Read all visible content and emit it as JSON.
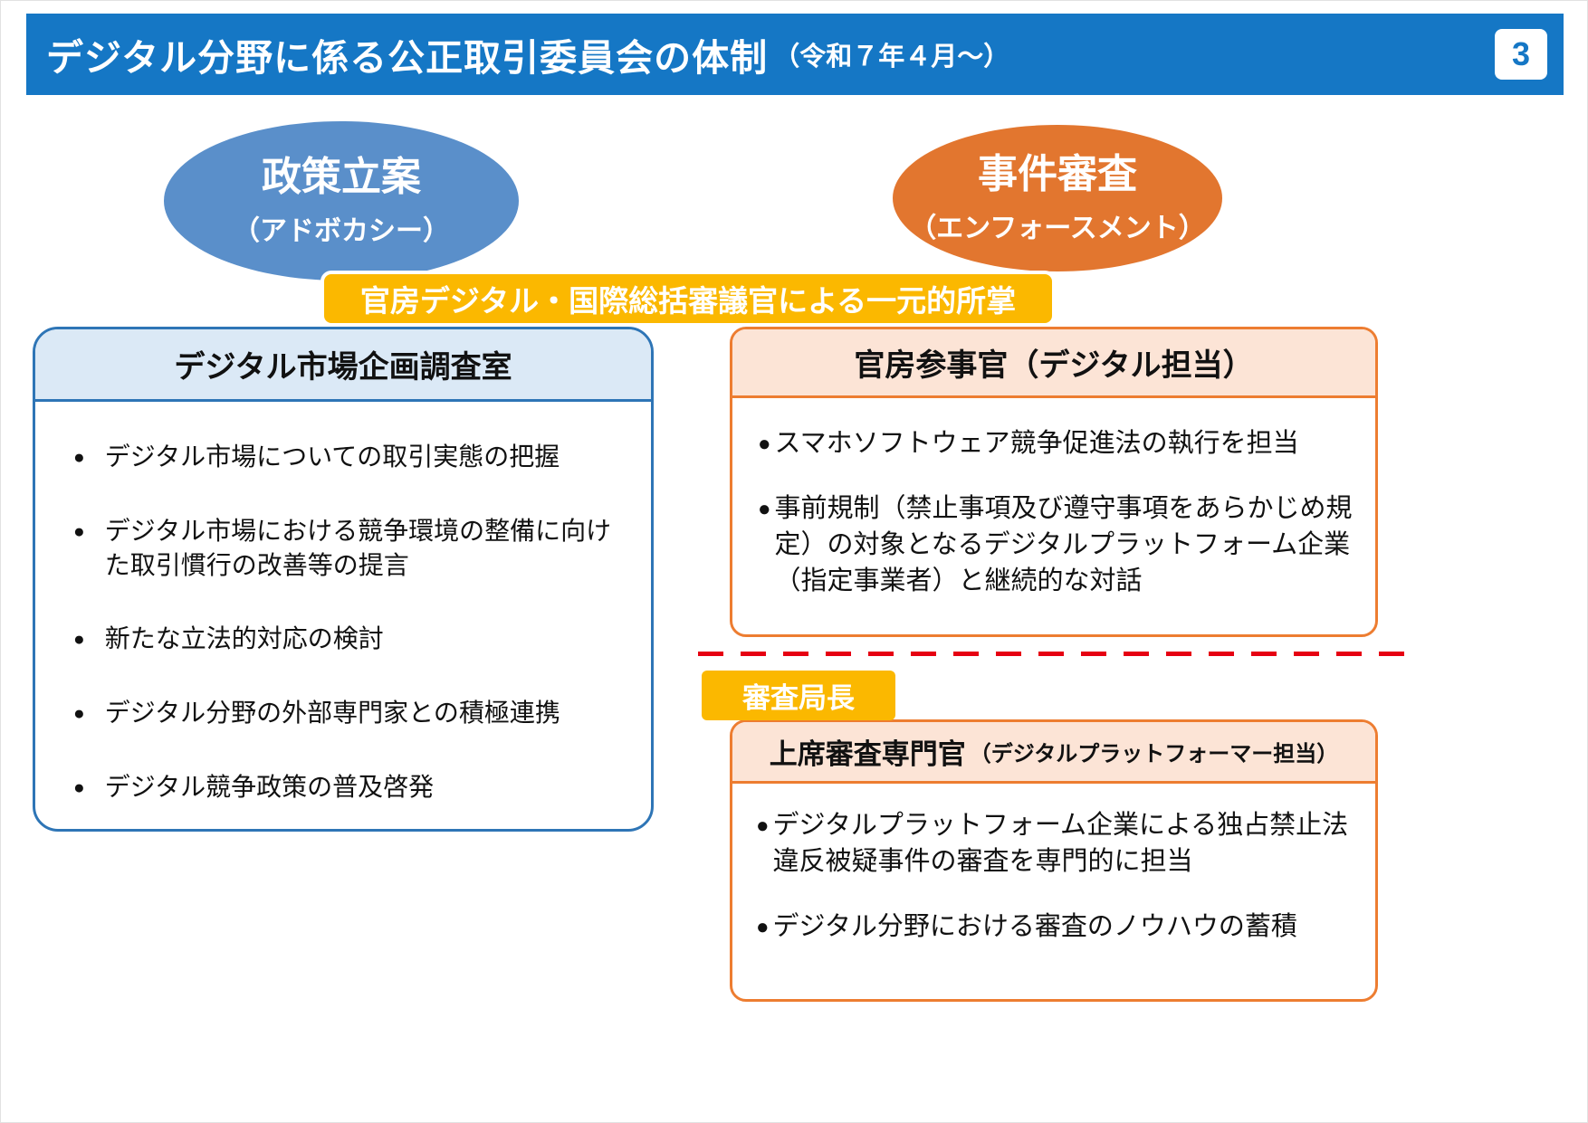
{
  "header": {
    "title": "デジタル分野に係る公正取引委員会の体制",
    "date_note": "（令和７年４月～）",
    "page_number": "3"
  },
  "policy_ellipse": {
    "title": "政策立案",
    "subtitle": "（アドボカシー）"
  },
  "enforcement_ellipse": {
    "title": "事件審査",
    "subtitle": "（エンフォースメント）"
  },
  "banner": {
    "label": "官房デジタル・国際総括審議官による一元的所掌"
  },
  "left_box": {
    "title": "デジタル市場企画調査室",
    "bullets": [
      "デジタル市場についての取引実態の把握",
      "デジタル市場における競争環境の整備に向けた取引慣行の改善等の提言",
      "新たな立法的対応の検討",
      "デジタル分野の外部専門家との積極連携",
      "デジタル競争政策の普及啓発"
    ]
  },
  "right_top_box": {
    "title": "官房参事官（デジタル担当）",
    "bullets": [
      "スマホソフトウェア競争促進法の執行を担当",
      "事前規制（禁止事項及び遵守事項をあらかじめ規定）の対象となるデジタルプラットフォーム企業（指定事業者）と継続的な対話"
    ]
  },
  "examination_label": "審査局長",
  "right_bottom_box": {
    "title": "上席審査専門官",
    "title_note": "（デジタルプラットフォーマー担当）",
    "bullets": [
      "デジタルプラットフォーム企業による独占禁止法違反被疑事件の審査を専門的に担当",
      "デジタル分野における審査のノウハウの蓄積"
    ]
  },
  "colors": {
    "header_blue": "#1577c5",
    "ellipse_blue": "#5a8fca",
    "ellipse_orange": "#e2762f",
    "gold": "#fbb800",
    "left_border_blue": "#2e75b6",
    "left_header_fill": "#dbe9f6",
    "right_border_orange": "#ed7d31",
    "right_header_fill": "#fce4d6",
    "divider_red": "#e60012"
  }
}
